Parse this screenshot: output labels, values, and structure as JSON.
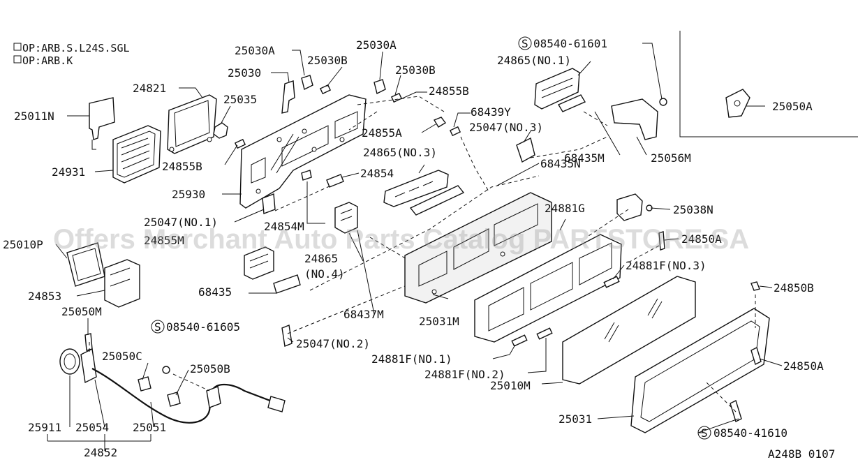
{
  "notes": [
    "OP:ARB.S.L24S.SGL",
    "OP:ARB.K"
  ],
  "watermark": "Offers Merchant Auto Parts Catalog PARTSTORE.SA",
  "code": "A248B 0107",
  "labels": {
    "l25030A_1": "25030A",
    "l25030A_2": "25030A",
    "l25030B_1": "25030B",
    "l25030B_2": "25030B",
    "l25030": "25030",
    "l24821": "24821",
    "l25035": "25035",
    "l25011N": "25011N",
    "l24931": "24931",
    "l24855B_1": "24855B",
    "l24855B_2": "24855B",
    "l24855A": "24855A",
    "l68439Y": "68439Y",
    "l25047_3": "25047(NO.3)",
    "l24865_3": "24865(NO.3)",
    "l24854": "24854",
    "l25930": "25930",
    "l68435N": "68435N",
    "l25047_1": "25047(NO.1)",
    "l24854M": "24854M",
    "l24855M": "24855M",
    "l24881G": "24881G",
    "l25038N": "25038N",
    "l24850A_1": "24850A",
    "l25010P": "25010P",
    "l24865_4a": "24865",
    "l24865_4b": "(NO.4)",
    "l24881F_3": "24881F(NO.3)",
    "l24853": "24853",
    "l68435": "68435",
    "l68437M": "68437M",
    "l25031M": "25031M",
    "l24850B": "24850B",
    "l25050M": "25050M",
    "l08540_61605": "08540-61605",
    "l25047_2": "25047(NO.2)",
    "l25050C": "25050C",
    "l25050B": "25050B",
    "l24881F_1": "24881F(NO.1)",
    "l24881F_2": "24881F(NO.2)",
    "l24850A_2": "24850A",
    "l25010M": "25010M",
    "l25031": "25031",
    "l08540_41610": "08540-41610",
    "l25911": "25911",
    "l25054": "25054",
    "l25051": "25051",
    "l24852": "24852",
    "l08540_61601": "08540-61601",
    "l24865_1": "24865(NO.1)",
    "l25050A": "25050A",
    "l68435M": "68435M",
    "l25056M": "25056M"
  },
  "screw_symbol": "S"
}
